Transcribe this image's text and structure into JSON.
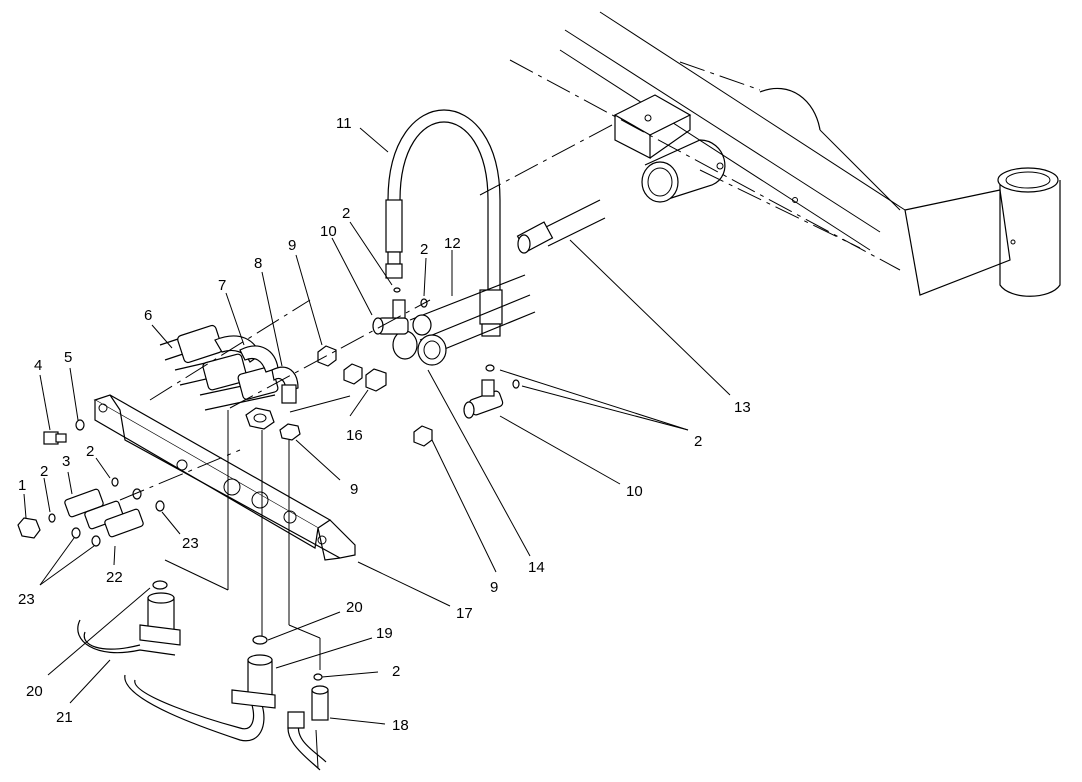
{
  "diagram": {
    "callouts": [
      {
        "id": "c1",
        "text": "1"
      },
      {
        "id": "c2a",
        "text": "2"
      },
      {
        "id": "c3",
        "text": "3"
      },
      {
        "id": "c4",
        "text": "4"
      },
      {
        "id": "c5",
        "text": "5"
      },
      {
        "id": "c2b",
        "text": "2"
      },
      {
        "id": "c6",
        "text": "6"
      },
      {
        "id": "c7",
        "text": "7"
      },
      {
        "id": "c8",
        "text": "8"
      },
      {
        "id": "c9a",
        "text": "9"
      },
      {
        "id": "c10a",
        "text": "10"
      },
      {
        "id": "c2c",
        "text": "2"
      },
      {
        "id": "c11",
        "text": "11"
      },
      {
        "id": "c2d",
        "text": "2"
      },
      {
        "id": "c12",
        "text": "12"
      },
      {
        "id": "c13",
        "text": "13"
      },
      {
        "id": "c2e",
        "text": "2"
      },
      {
        "id": "c10b",
        "text": "10"
      },
      {
        "id": "c16",
        "text": "16"
      },
      {
        "id": "c9b",
        "text": "9"
      },
      {
        "id": "c9c",
        "text": "9"
      },
      {
        "id": "c14",
        "text": "14"
      },
      {
        "id": "c17",
        "text": "17"
      },
      {
        "id": "c23a",
        "text": "23"
      },
      {
        "id": "c22",
        "text": "22"
      },
      {
        "id": "c23b",
        "text": "23"
      },
      {
        "id": "c20a",
        "text": "20"
      },
      {
        "id": "c20b",
        "text": "20"
      },
      {
        "id": "c19",
        "text": "19"
      },
      {
        "id": "c2f",
        "text": "2"
      },
      {
        "id": "c18",
        "text": "18"
      },
      {
        "id": "c21",
        "text": "21"
      }
    ]
  }
}
